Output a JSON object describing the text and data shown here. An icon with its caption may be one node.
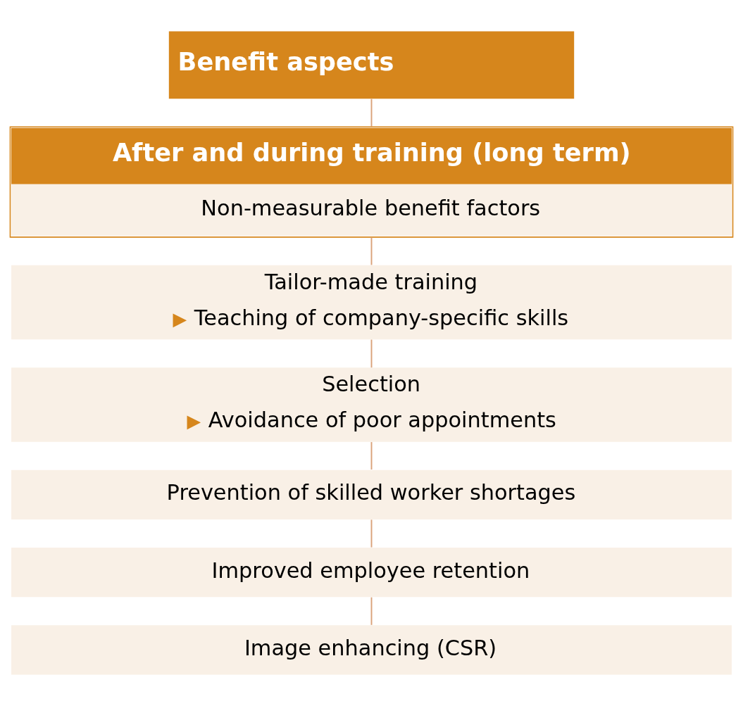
{
  "diagram": {
    "nodes": [
      {
        "text": [
          "Benefit aspects"
        ]
      },
      {
        "text": [
          "After and during training (long term)",
          "Non-measurable benefit factors"
        ]
      },
      {
        "text": [
          "Tailor-made training",
          "▶ Teaching of company-specific skills"
        ]
      },
      {
        "text": [
          "Selection",
          "▶ Avoidance of poor appointments"
        ]
      },
      {
        "text": [
          "Prevention of skilled worker shortages"
        ]
      },
      {
        "text": [
          "Improved employee retention"
        ]
      },
      {
        "text": [
          "Image enhancing (CSR)"
        ]
      }
    ],
    "edges": [
      {
        "from": 0,
        "to": 1,
        "arrow": "none"
      },
      {
        "from": 1,
        "to": 2,
        "arrow": "none"
      },
      {
        "from": 2,
        "to": 3,
        "arrow": "none"
      },
      {
        "from": 3,
        "to": 4,
        "arrow": "none"
      },
      {
        "from": 4,
        "to": 5,
        "arrow": "none"
      },
      {
        "from": 5,
        "to": 6,
        "arrow": "none"
      }
    ]
  }
}
